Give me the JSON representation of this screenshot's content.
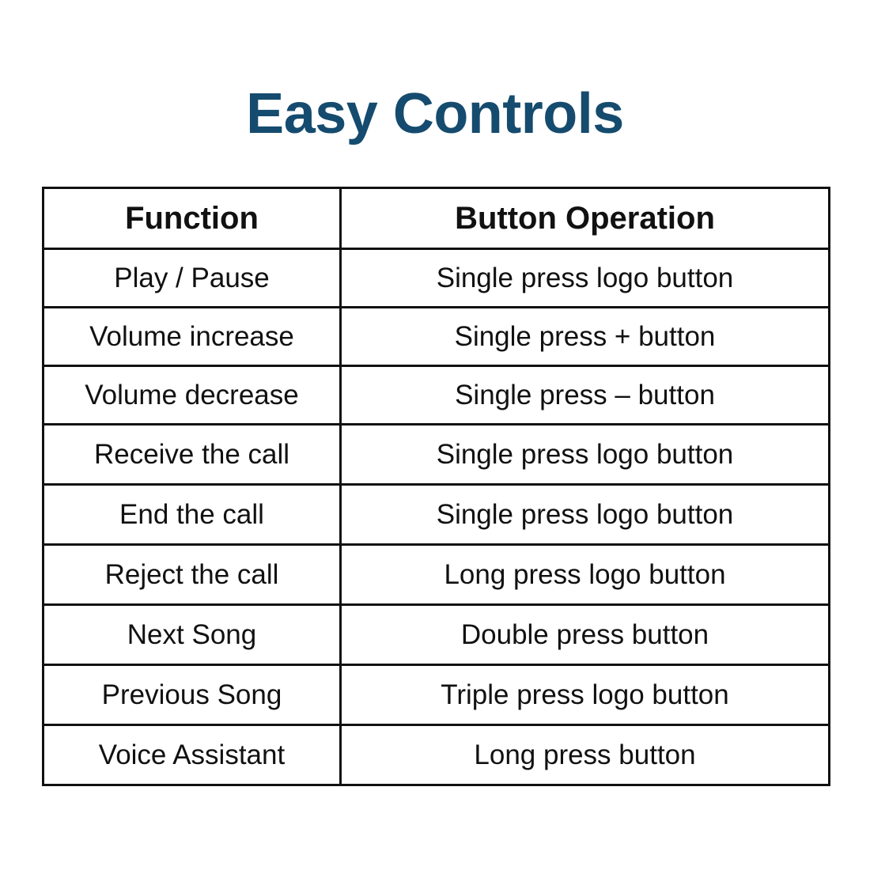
{
  "title": "Easy Controls",
  "colors": {
    "title": "#154b6e",
    "border": "#111111",
    "text": "#111111",
    "background": "#ffffff"
  },
  "table": {
    "headers": {
      "function": "Function",
      "operation": "Button Operation"
    },
    "rows": [
      {
        "function": "Play / Pause",
        "operation": "Single press logo button"
      },
      {
        "function": "Volume increase",
        "operation": "Single press + button"
      },
      {
        "function": "Volume decrease",
        "operation": "Single press – button"
      },
      {
        "function": "Receive the call",
        "operation": "Single press logo button"
      },
      {
        "function": "End the call",
        "operation": "Single press logo button"
      },
      {
        "function": "Reject the call",
        "operation": "Long press logo button"
      },
      {
        "function": "Next Song",
        "operation": "Double press button"
      },
      {
        "function": "Previous Song",
        "operation": "Triple press logo button"
      },
      {
        "function": "Voice Assistant",
        "operation": "Long press button"
      }
    ]
  }
}
